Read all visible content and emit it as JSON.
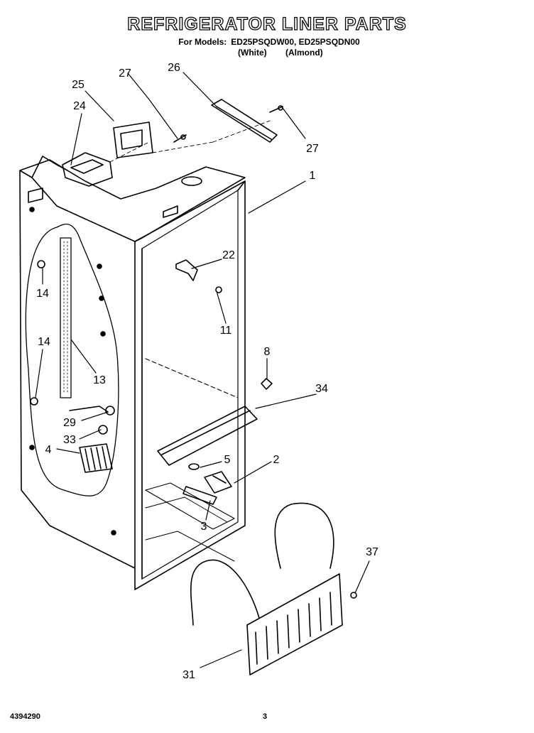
{
  "header": {
    "title": "REFRIGERATOR LINER PARTS",
    "models_label": "For Models:",
    "models_value": "ED25PSQDW00, ED25PSQDN00",
    "variant_white": "(White)",
    "variant_almond": "(Almond)"
  },
  "callouts": [
    "27",
    "26",
    "25",
    "24",
    "27",
    "1",
    "22",
    "11",
    "14",
    "14",
    "13",
    "8",
    "34",
    "29",
    "33",
    "4",
    "5",
    "2",
    "3",
    "37",
    "31"
  ],
  "footer": {
    "doc_number": "4394290",
    "page_number": "3"
  }
}
